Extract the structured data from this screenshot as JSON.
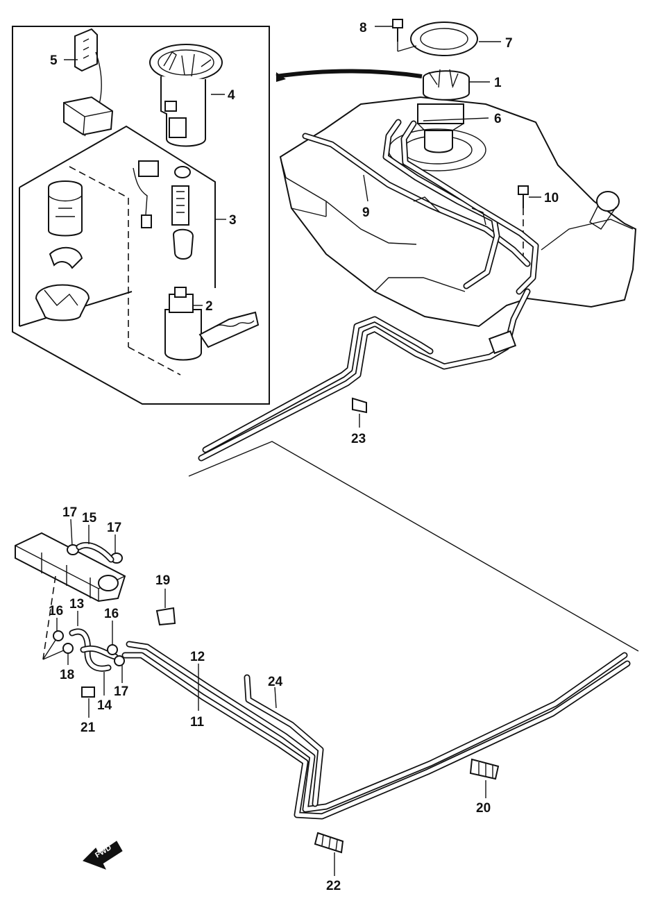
{
  "callouts": [
    {
      "id": "c1",
      "text": "1"
    },
    {
      "id": "c2",
      "text": "2"
    },
    {
      "id": "c3",
      "text": "3"
    },
    {
      "id": "c4",
      "text": "4"
    },
    {
      "id": "c5",
      "text": "5"
    },
    {
      "id": "c6",
      "text": "6"
    },
    {
      "id": "c7",
      "text": "7"
    },
    {
      "id": "c8",
      "text": "8"
    },
    {
      "id": "c9",
      "text": "9"
    },
    {
      "id": "c10",
      "text": "10"
    },
    {
      "id": "c11",
      "text": "11"
    },
    {
      "id": "c12",
      "text": "12"
    },
    {
      "id": "c13",
      "text": "13"
    },
    {
      "id": "c14",
      "text": "14"
    },
    {
      "id": "c15",
      "text": "15"
    },
    {
      "id": "c16a",
      "text": "16"
    },
    {
      "id": "c16b",
      "text": "16"
    },
    {
      "id": "c17a",
      "text": "17"
    },
    {
      "id": "c17b",
      "text": "17"
    },
    {
      "id": "c17c",
      "text": "17"
    },
    {
      "id": "c18",
      "text": "18"
    },
    {
      "id": "c19",
      "text": "19"
    },
    {
      "id": "c20",
      "text": "20"
    },
    {
      "id": "c21",
      "text": "21"
    },
    {
      "id": "c22",
      "text": "22"
    },
    {
      "id": "c23",
      "text": "23"
    },
    {
      "id": "c24",
      "text": "24"
    }
  ],
  "forward_arrow": {
    "label": "FWD"
  }
}
